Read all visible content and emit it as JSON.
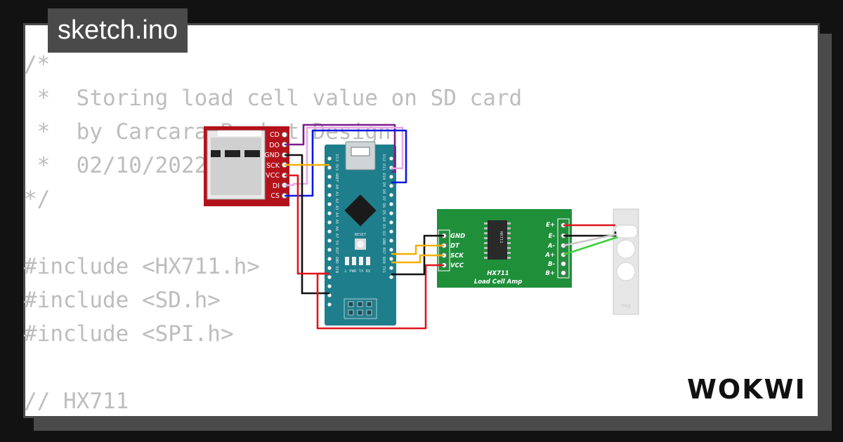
{
  "file": {
    "name": "sketch.ino"
  },
  "code_lines": [
    "/*",
    " *  Storing load cell value on SD card",
    " *  by Carcara Rocket Design",
    " *  02/10/2022",
    "*/",
    "",
    "#include <HX711.h>",
    "#include <SD.h>",
    "#include <SPI.h>",
    "",
    "// HX711"
  ],
  "sd_module": {
    "pins": [
      "CD",
      "DO",
      "GND",
      "SCK",
      "VCC",
      "DI",
      "CS"
    ],
    "color": "#b3121a"
  },
  "nano": {
    "color": "#1e7e8c",
    "left_pins": "D12 D11 D10 D9 D8 D7 D6 D5 D4 D3 D2 GND RST RX0 TX1",
    "right_pins": "D13 3V3 AREF A0 A1 A2 A3 A4 A5 A6 A7 5V RST GND VIN",
    "reset_label": "RESET",
    "led_labels": "L PWR TX RX"
  },
  "hx711": {
    "chip_label": "HX711",
    "board_title": "HX711",
    "board_subtitle": "Load Cell Amp",
    "left_pins": [
      "GND",
      "DT",
      "SCK",
      "VCC"
    ],
    "right_pins": [
      "E+",
      "E-",
      "A-",
      "A+",
      "B-",
      "B+"
    ],
    "color": "#1f8f3a"
  },
  "load_cell": {
    "label": "5kg"
  },
  "wires": {
    "purple": "#7b1c8a",
    "pink": "#e7a7e3",
    "black": "#111111",
    "orange": "#f5b000",
    "red": "#e0151b",
    "blue": "#0a19e0",
    "green": "#3ad13a",
    "gray": "#c8c8c8"
  },
  "brand": {
    "logo": "WOKWI"
  }
}
